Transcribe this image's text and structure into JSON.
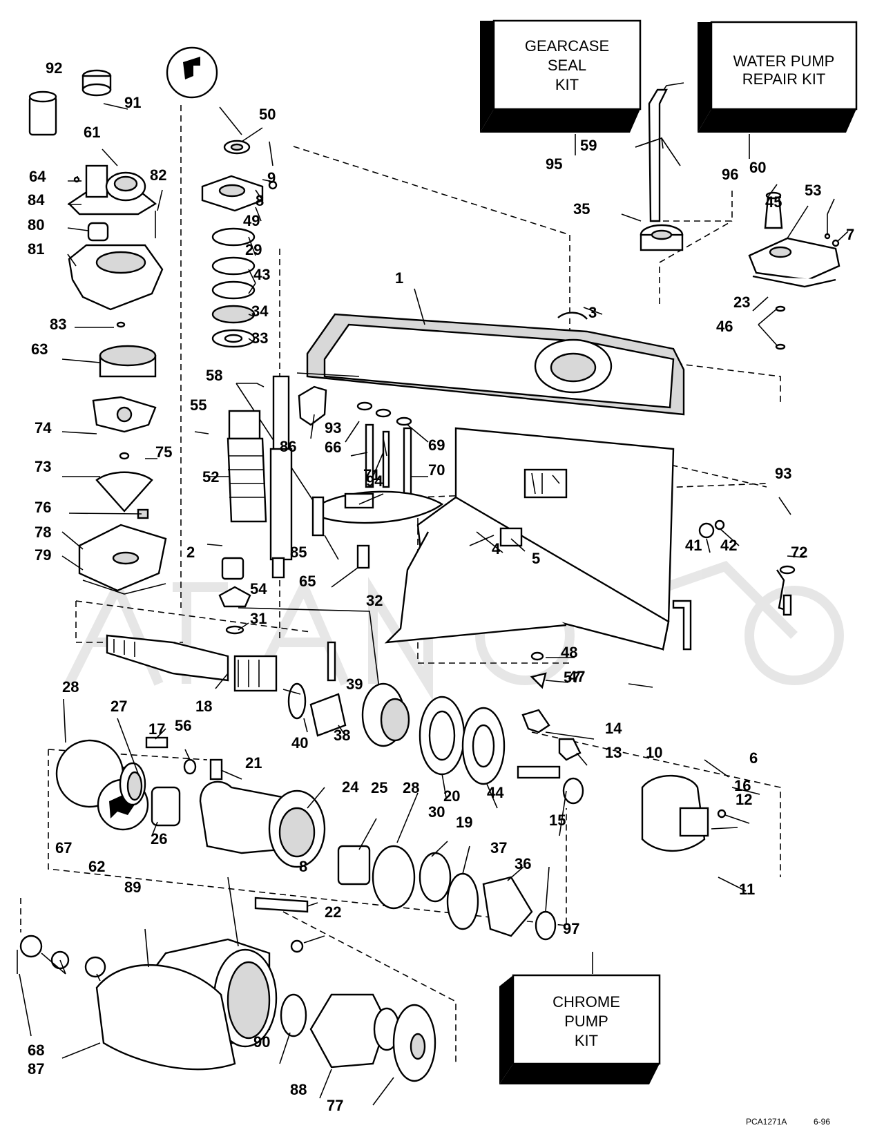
{
  "kits": {
    "gearcase_seal": [
      "GEARCASE",
      "SEAL",
      "KIT"
    ],
    "water_pump_repair": [
      "WATER PUMP",
      "REPAIR KIT"
    ],
    "chrome_pump": [
      "CHROME",
      "PUMP",
      "KIT"
    ]
  },
  "parts": [
    {
      "n": "1"
    },
    {
      "n": "2"
    },
    {
      "n": "3"
    },
    {
      "n": "4"
    },
    {
      "n": "5"
    },
    {
      "n": "6"
    },
    {
      "n": "7"
    },
    {
      "n": "8"
    },
    {
      "n": "8"
    },
    {
      "n": "9"
    },
    {
      "n": "10"
    },
    {
      "n": "11"
    },
    {
      "n": "12"
    },
    {
      "n": "13"
    },
    {
      "n": "14"
    },
    {
      "n": "15"
    },
    {
      "n": "16"
    },
    {
      "n": "17"
    },
    {
      "n": "18"
    },
    {
      "n": "19"
    },
    {
      "n": "20"
    },
    {
      "n": "21"
    },
    {
      "n": "22"
    },
    {
      "n": "23"
    },
    {
      "n": "24"
    },
    {
      "n": "25"
    },
    {
      "n": "26"
    },
    {
      "n": "27"
    },
    {
      "n": "28"
    },
    {
      "n": "28"
    },
    {
      "n": "29"
    },
    {
      "n": "30"
    },
    {
      "n": "31"
    },
    {
      "n": "32"
    },
    {
      "n": "33"
    },
    {
      "n": "34"
    },
    {
      "n": "35"
    },
    {
      "n": "36"
    },
    {
      "n": "37"
    },
    {
      "n": "38"
    },
    {
      "n": "39"
    },
    {
      "n": "40"
    },
    {
      "n": "41"
    },
    {
      "n": "42"
    },
    {
      "n": "43"
    },
    {
      "n": "44"
    },
    {
      "n": "45"
    },
    {
      "n": "46"
    },
    {
      "n": "47"
    },
    {
      "n": "48"
    },
    {
      "n": "49"
    },
    {
      "n": "50"
    },
    {
      "n": "52"
    },
    {
      "n": "53"
    },
    {
      "n": "54"
    },
    {
      "n": "55"
    },
    {
      "n": "56"
    },
    {
      "n": "57"
    },
    {
      "n": "58"
    },
    {
      "n": "59"
    },
    {
      "n": "60"
    },
    {
      "n": "61"
    },
    {
      "n": "62"
    },
    {
      "n": "63"
    },
    {
      "n": "64"
    },
    {
      "n": "65"
    },
    {
      "n": "66"
    },
    {
      "n": "67"
    },
    {
      "n": "68"
    },
    {
      "n": "69"
    },
    {
      "n": "70"
    },
    {
      "n": "71"
    },
    {
      "n": "72"
    },
    {
      "n": "73"
    },
    {
      "n": "74"
    },
    {
      "n": "75"
    },
    {
      "n": "76"
    },
    {
      "n": "77"
    },
    {
      "n": "78"
    },
    {
      "n": "79"
    },
    {
      "n": "80"
    },
    {
      "n": "81"
    },
    {
      "n": "82"
    },
    {
      "n": "83"
    },
    {
      "n": "84"
    },
    {
      "n": "85"
    },
    {
      "n": "86"
    },
    {
      "n": "87"
    },
    {
      "n": "88"
    },
    {
      "n": "89"
    },
    {
      "n": "90"
    },
    {
      "n": "91"
    },
    {
      "n": "92"
    },
    {
      "n": "93"
    },
    {
      "n": "93"
    },
    {
      "n": "94"
    },
    {
      "n": "95"
    },
    {
      "n": "96"
    },
    {
      "n": "97"
    }
  ],
  "footer": {
    "code": "PCA1271A",
    "date": "6-96"
  }
}
